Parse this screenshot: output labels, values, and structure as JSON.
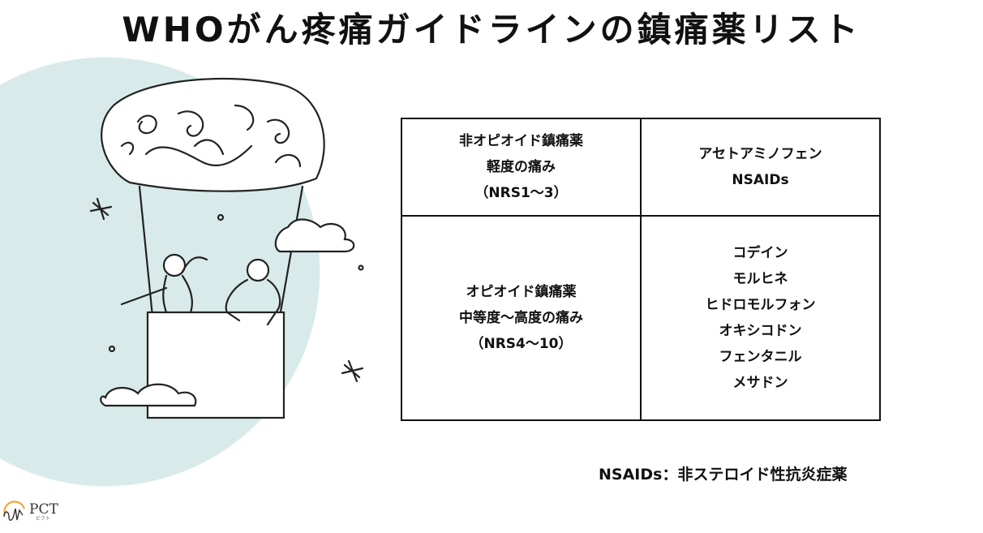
{
  "title": "WHOがん疼痛ガイドラインの鎮痛薬リスト",
  "table": {
    "rows": [
      {
        "category": [
          "非オピオイド鎮痛薬",
          "軽度の痛み",
          "（NRS1〜3）"
        ],
        "drugs": [
          "アセトアミノフェン",
          "NSAIDs"
        ]
      },
      {
        "category": [
          "オピオイド鎮痛薬",
          "中等度〜高度の痛み",
          "（NRS4〜10）"
        ],
        "drugs": [
          "コデイン",
          "モルヒネ",
          "ヒドロモルフォン",
          "オキシコドン",
          "フェンタニル",
          "メサドン"
        ]
      }
    ]
  },
  "footnote": "NSAIDs：非ステロイド性抗炎症薬",
  "logo": {
    "name": "PCT",
    "sub": "ピクト",
    "accent": "#f0a030"
  },
  "colors": {
    "circle": "#d8eae9"
  }
}
